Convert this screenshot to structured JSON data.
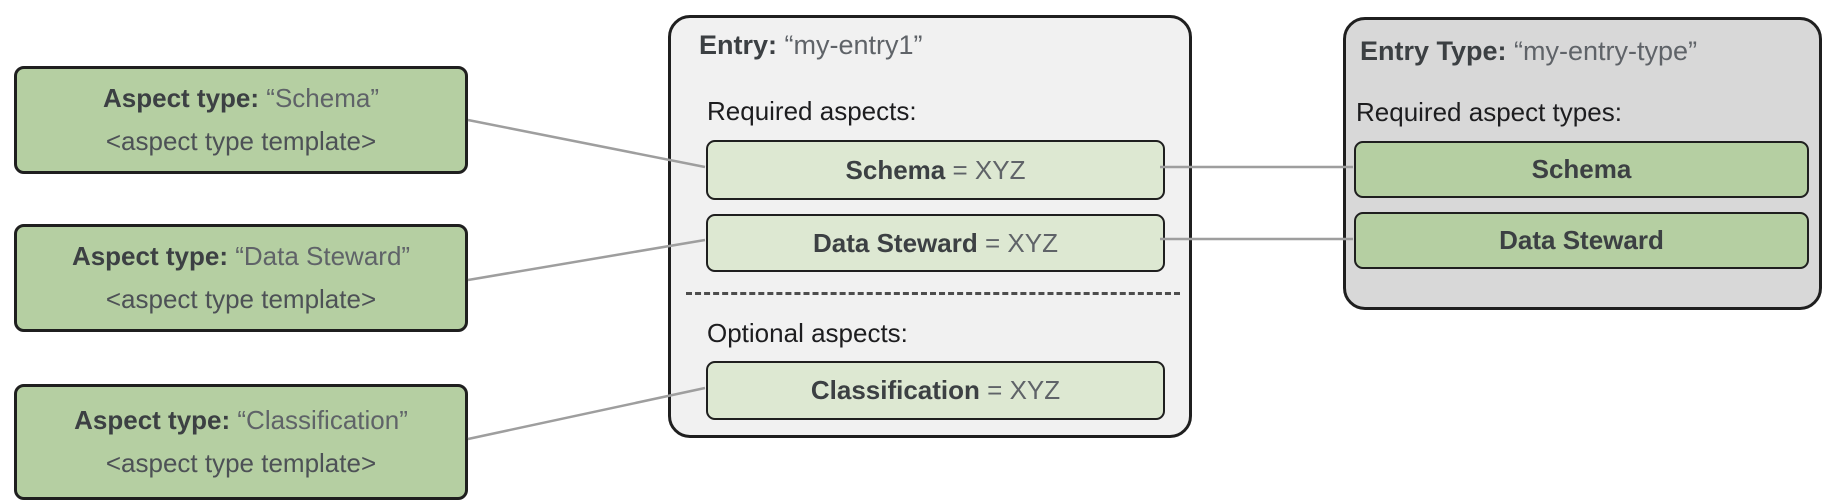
{
  "colors": {
    "aspect_type_green": "#b5cfa2",
    "aspect_value_green": "#dde8d2",
    "entry_background": "#f1f1f1",
    "entry_type_background": "#d8d8d8",
    "box_border": "#1f1f1f",
    "connector_line": "#9e9e9e"
  },
  "aspect_types": [
    {
      "label": "Aspect type:",
      "name": "“Schema”",
      "template": "<aspect type template>"
    },
    {
      "label": "Aspect type:",
      "name": "“Data Steward”",
      "template": "<aspect type template>"
    },
    {
      "label": "Aspect type:",
      "name": "“Classification”",
      "template": "<aspect type template>"
    }
  ],
  "entry": {
    "title_label": "Entry:",
    "title_value": "“my-entry1”",
    "required_label": "Required aspects:",
    "required_aspects": [
      {
        "name": "Schema",
        "value": "= XYZ"
      },
      {
        "name": "Data Steward",
        "value": "= XYZ"
      }
    ],
    "optional_label": "Optional aspects:",
    "optional_aspects": [
      {
        "name": "Classification",
        "value": "= XYZ"
      }
    ]
  },
  "entry_type": {
    "title_label": "Entry Type:",
    "title_value": "“my-entry-type”",
    "required_label": "Required aspect types:",
    "required_aspect_types": [
      {
        "name": "Schema"
      },
      {
        "name": "Data Steward"
      }
    ]
  }
}
